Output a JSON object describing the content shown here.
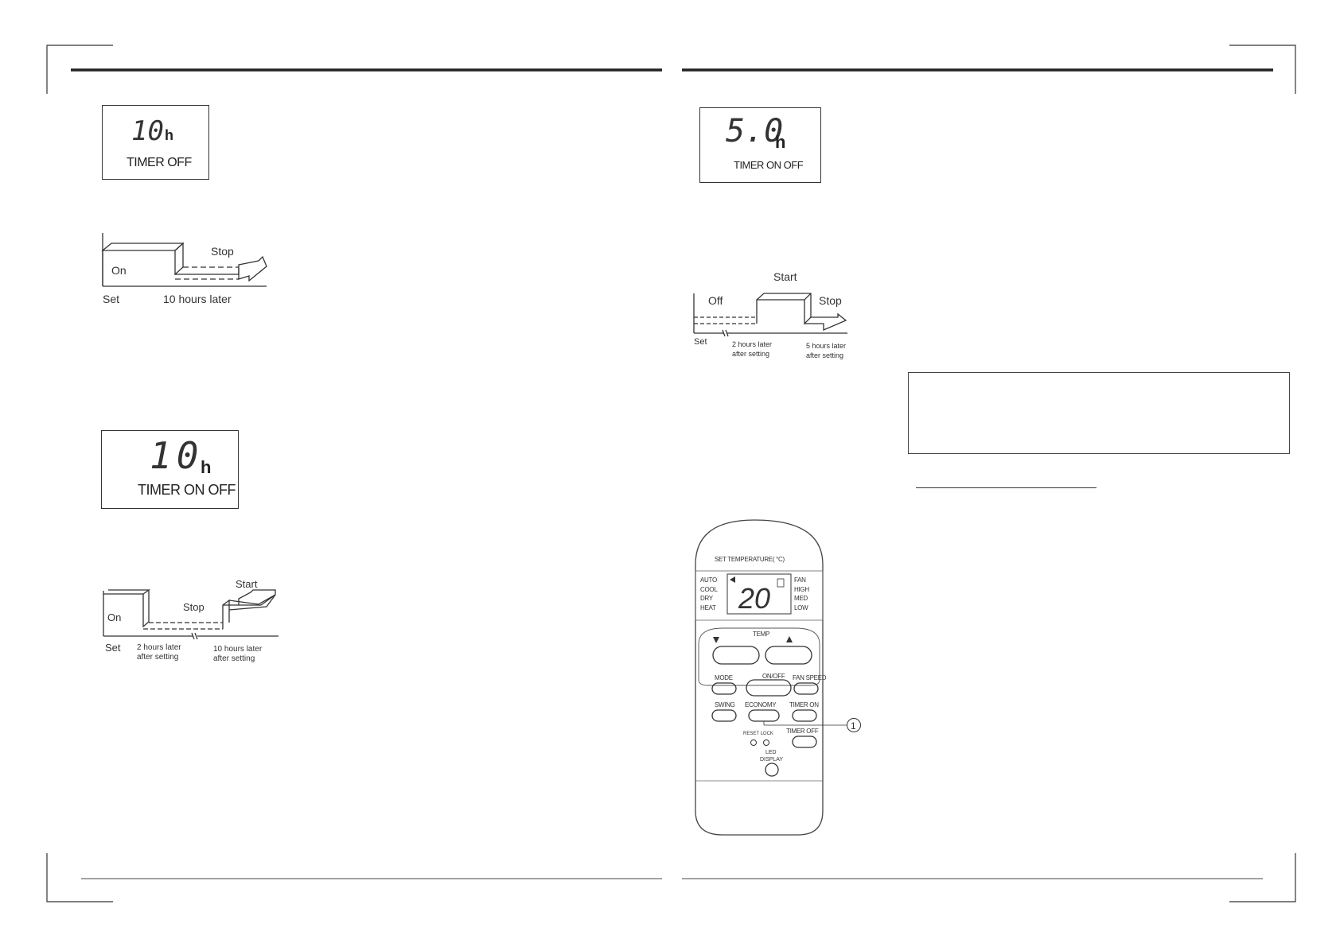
{
  "left_page": {
    "display1": {
      "digits": "10",
      "unit": "h",
      "caption": "TIMER OFF"
    },
    "diagram1": {
      "on": "On",
      "stop": "Stop",
      "set": "Set",
      "later": "10 hours later"
    },
    "display2": {
      "digits": "10",
      "unit": "h",
      "caption": "TIMER ON OFF"
    },
    "diagram2": {
      "on": "On",
      "stop": "Stop",
      "start": "Start",
      "set": "Set",
      "t1_line1": "2 hours later",
      "t1_line2": "after setting",
      "t2_line1": "10 hours later",
      "t2_line2": "after setting"
    }
  },
  "right_page": {
    "display3": {
      "digits": "5.0",
      "unit": "h",
      "caption": "TIMER ON OFF"
    },
    "diagram3": {
      "off": "Off",
      "start": "Start",
      "stop": "Stop",
      "set": "Set",
      "t1_line1": "2 hours later",
      "t1_line2": "after setting",
      "t2_line1": "5 hours later",
      "t2_line2": "after setting"
    },
    "remote": {
      "set_temp": "SET TEMPERATURE( °C)",
      "modes": [
        "AUTO",
        "COOL",
        "DRY",
        "HEAT"
      ],
      "fan_levels": [
        "FAN",
        "HIGH",
        "MED",
        "LOW"
      ],
      "temp_value": "20",
      "temp_label": "TEMP",
      "mode": "MODE",
      "onoff": "ON/OFF",
      "fanspeed": "FAN SPEED",
      "swing": "SWING",
      "economy": "ECONOMY",
      "timer_on": "TIMER ON",
      "timer_off": "TIMER OFF",
      "reset_lock": "RESET LOCK",
      "led_line1": "LED",
      "led_line2": "DISPLAY",
      "callout": "1"
    }
  }
}
